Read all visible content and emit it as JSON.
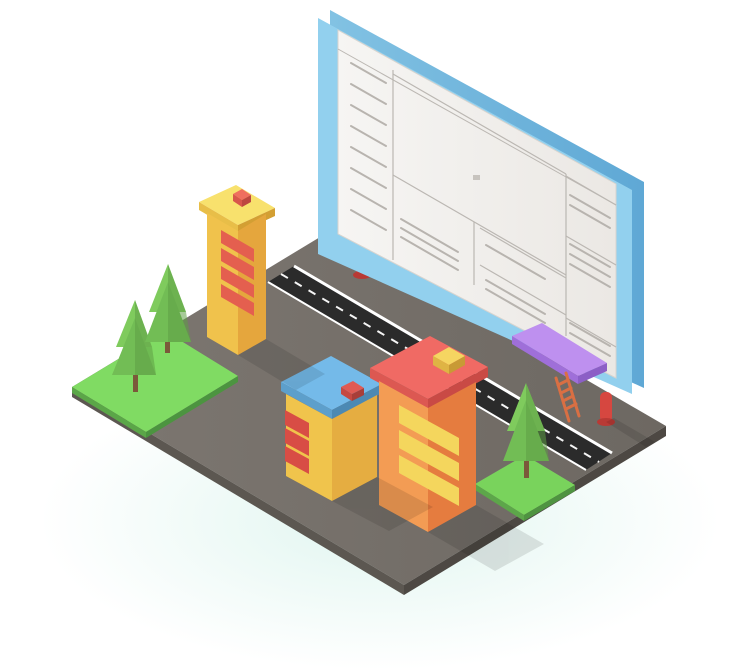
{
  "scene": {
    "background_color": "#ffffff",
    "glow_color": "#dff5ef",
    "billboard_frame_color": "#8ccbe8",
    "billboard_screen_color": "#f3f1ee",
    "billboard_post_color": "#de4b43",
    "ground_color": "#777068",
    "road_color": "#2c2c2c",
    "lane_marking_color": "#f5f5f5",
    "grass_color": "#7fdc62",
    "tree_color": "#79c45a",
    "trunk_color": "#7a5a3b",
    "purple_accent_color": "#b888e8",
    "ladder_color": "#d97042",
    "buildings": [
      {
        "name": "tall-yellow-building",
        "icon": "tower-icon",
        "body_color": "#f0c04a",
        "roof_color": "#f7e06b",
        "accent_color": "#e45f4f"
      },
      {
        "name": "blue-roof-building",
        "icon": "house-icon",
        "body_color": "#f0c44c",
        "roof_color": "#73b8e8",
        "accent_color": "#d84d45"
      },
      {
        "name": "orange-tower-building",
        "icon": "tower-icon",
        "body_color": "#f09a52",
        "roof_color": "#f06964",
        "accent_color": "#f5d65d"
      }
    ]
  }
}
